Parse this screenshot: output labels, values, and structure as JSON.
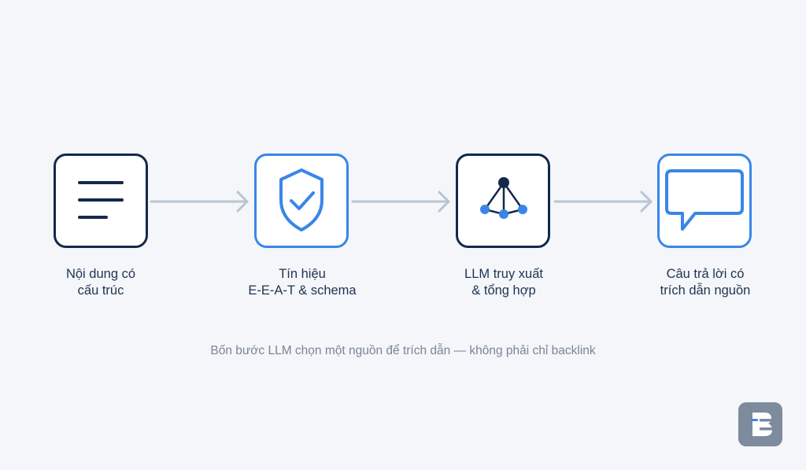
{
  "steps": [
    {
      "line1": "Nội dung có",
      "line2": "cấu trúc",
      "icon": "document-lines-icon",
      "style": "dark"
    },
    {
      "line1": "Tín hiệu",
      "line2": "E-E-A-T & schema",
      "icon": "shield-check-icon",
      "style": "blue"
    },
    {
      "line1": "LLM truy xuất",
      "line2": "& tổng hợp",
      "icon": "network-nodes-icon",
      "style": "dark"
    },
    {
      "line1": "Câu trả lời có",
      "line2": "trích dẫn nguồn",
      "icon": "speech-bubble-icon",
      "style": "blue"
    }
  ],
  "caption": "Bốn bước LLM chọn một nguồn để trích dẫn — không phải chỉ backlink",
  "colors": {
    "dark": "#14294a",
    "blue": "#3a86e8",
    "arrow": "#b9c5d3",
    "background": "#f4f6f9",
    "logo": "#7d8b9c"
  },
  "logo": {
    "icon": "brand-logo-icon"
  }
}
